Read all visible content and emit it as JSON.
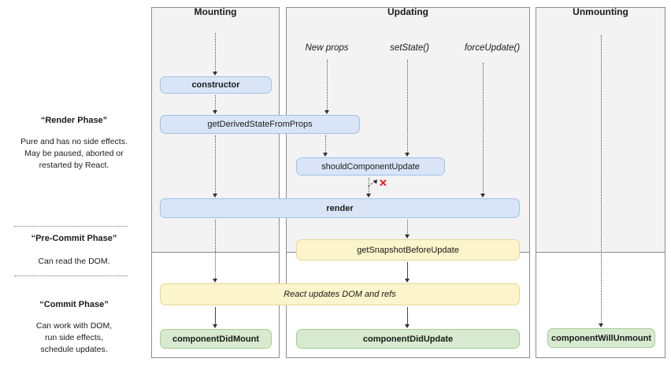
{
  "columns": [
    {
      "title": "Mounting"
    },
    {
      "title": "Updating"
    },
    {
      "title": "Unmounting"
    }
  ],
  "triggers": [
    {
      "label": "New props"
    },
    {
      "label": "setState()"
    },
    {
      "label": "forceUpdate()"
    }
  ],
  "phases": [
    {
      "title": "“Render Phase”",
      "description": "Pure and has no side effects.\nMay be paused, aborted or\nrestarted by React."
    },
    {
      "title": "“Pre-Commit Phase”",
      "description": "Can read the DOM."
    },
    {
      "title": "“Commit Phase”",
      "description": "Can work with DOM,\nrun side effects,\nschedule updates."
    }
  ],
  "nodes": {
    "constructor": {
      "label": "constructor"
    },
    "getDerivedStateFromProps": {
      "label": "getDerivedStateFromProps"
    },
    "shouldComponentUpdate": {
      "label": "shouldComponentUpdate"
    },
    "render": {
      "label": "render"
    },
    "getSnapshotBeforeUpdate": {
      "label": "getSnapshotBeforeUpdate"
    },
    "reactUpdates": {
      "label": "React updates DOM and refs"
    },
    "componentDidMount": {
      "label": "componentDidMount"
    },
    "componentDidUpdate": {
      "label": "componentDidUpdate"
    },
    "componentWillUnmount": {
      "label": "componentWillUnmount"
    }
  },
  "marks": {
    "cancel": "✕"
  },
  "colors": {
    "node_blue_bg": "#d9e5f7",
    "node_blue_border": "#9fc1e7",
    "node_yellow_bg": "#fcf4cb",
    "node_yellow_border": "#e6d795",
    "node_green_bg": "#d7eacf",
    "node_green_border": "#a5ce93",
    "column_bg": "#f3f3f3",
    "column_border": "#8c8c8c",
    "cancel_red": "#e21b1b"
  }
}
